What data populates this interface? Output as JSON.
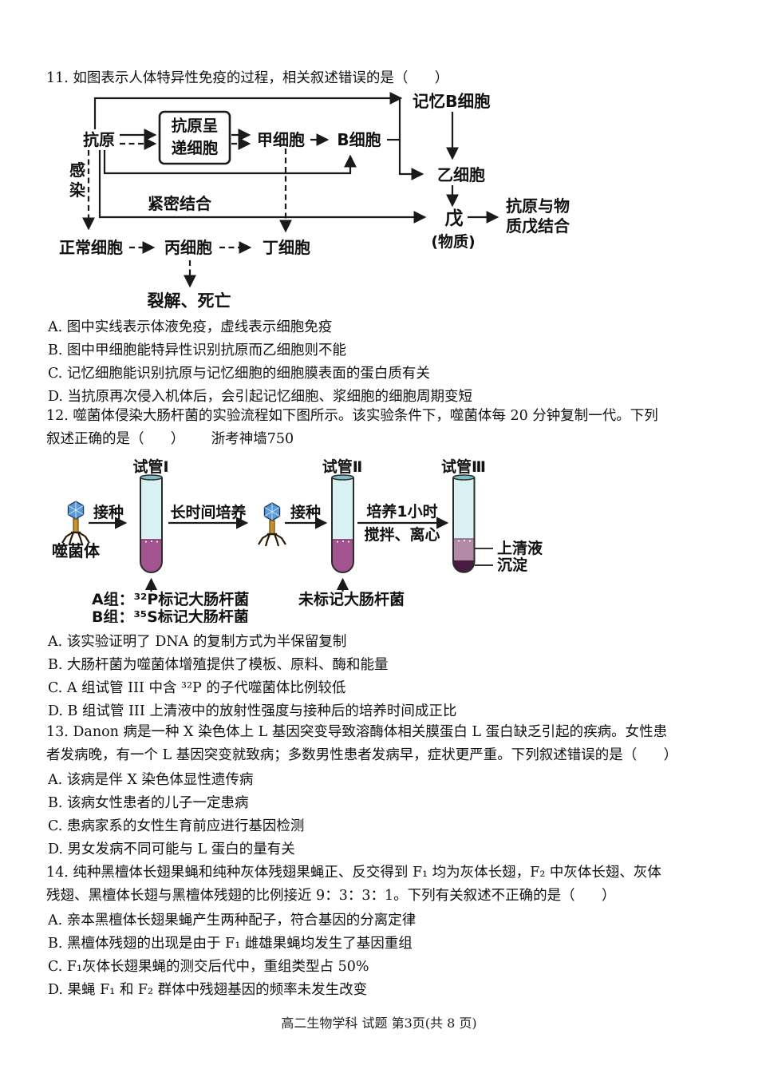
{
  "page": {
    "footer": "高二生物学科  试题  第3页(共 8 页)"
  },
  "colors": {
    "tube_glass": "#daf1f3",
    "tube_rim": "#7fbec6",
    "culture_purple": "#a3548f",
    "supernatant_mauve": "#b289a6",
    "precipitate_dark": "#4a1b42",
    "phage_head_blue": "#5b9bd5",
    "phage_tail_brown": "#c8922e"
  },
  "q11": {
    "stem": "11. 如图表示人体特异性免疫的过程，相关叙述错误的是（      ）",
    "options": [
      "A. 图中实线表示体液免疫，虚线表示细胞免疫",
      "B. 图中甲细胞能特异性识别抗原而乙细胞则不能",
      "C. 记忆细胞能识别抗原与记忆细胞的细胞膜表面的蛋白质有关",
      "D. 当抗原再次侵入机体后，会引起记忆细胞、浆细胞的细胞周期变短"
    ],
    "diagram": {
      "antigen": "抗原",
      "apc_line1": "抗原呈",
      "apc_line2": "递细胞",
      "cell_jia": "甲细胞",
      "cell_b": "B细胞",
      "memory_b": "记忆B细胞",
      "cell_yi": "乙细胞",
      "wu": "戊",
      "wu_sub": "(物质)",
      "bind_line1": "抗原与物",
      "bind_line2": "质戊结合",
      "infect_char1": "感",
      "infect_char2": "染",
      "tight_bind": "紧密结合",
      "normal_cell": "正常细胞",
      "cell_bing": "丙细胞",
      "cell_ding": "丁细胞",
      "lysis": "裂解、死亡"
    }
  },
  "q12": {
    "stem_lines": [
      "12. 噬菌体侵染大肠杆菌的实验流程如下图所示。该实验条件下，噬菌体每 20 分钟复制一代。下列",
      "叙述正确的是（      ）      浙考神墙750"
    ],
    "options": [
      "A. 该实验证明了 DNA 的复制方式为半保留复制",
      "B. 大肠杆菌为噬菌体增殖提供了模板、原料、酶和能量",
      "C. A 组试管 III 中含 ³²P 的子代噬菌体比例较低",
      "D. B 组试管 III 上清液中的放射性强度与接种后的培养时间成正比"
    ],
    "diagram": {
      "phage_label": "噬菌体",
      "inoculate": "接种",
      "tube1_label": "试管Ⅰ",
      "tube2_label": "试管Ⅱ",
      "tube3_label": "试管Ⅲ",
      "long_culture": "长时间培养",
      "culture_1h": "培养1小时",
      "stir_centrifuge": "搅拌、离心",
      "supernatant": "上清液",
      "precipitate": "沉淀",
      "group_a": "A组：³²P标记大肠杆菌",
      "group_b": "B组：³⁵S标记大肠杆菌",
      "unlabeled": "未标记大肠杆菌"
    }
  },
  "q13": {
    "stem_lines": [
      "13. Danon 病是一种 X 染色体上 L 基因突变导致溶酶体相关膜蛋白 L 蛋白缺乏引起的疾病。女性患",
      "者发病晚，有一个 L 基因突变就致病；多数男性患者发病早，症状更严重。下列叙述错误的是（      ）"
    ],
    "options": [
      "A. 该病是伴 X 染色体显性遗传病",
      "B. 该病女性患者的儿子一定患病",
      "C. 患病家系的女性生育前应进行基因检测",
      "D. 男女发病不同可能与 L 蛋白的量有关"
    ]
  },
  "q14": {
    "stem_lines": [
      "14. 纯种黑檀体长翅果蝇和纯种灰体残翅果蝇正、反交得到 F₁ 均为灰体长翅，F₂ 中灰体长翅、灰体",
      "残翅、黑檀体长翅与黑檀体残翅的比例接近 9：3：3：1。下列有关叙述不正确的是（      ）"
    ],
    "options": [
      "A. 亲本黑檀体长翅果蝇产生两种配子，符合基因的分离定律",
      "B. 黑檀体残翅的出现是由于 F₁ 雌雄果蝇均发生了基因重组",
      "C. F₁灰体长翅果蝇的测交后代中，重组类型占 50%",
      "D. 果蝇 F₁ 和 F₂ 群体中残翅基因的频率未发生改变"
    ]
  }
}
